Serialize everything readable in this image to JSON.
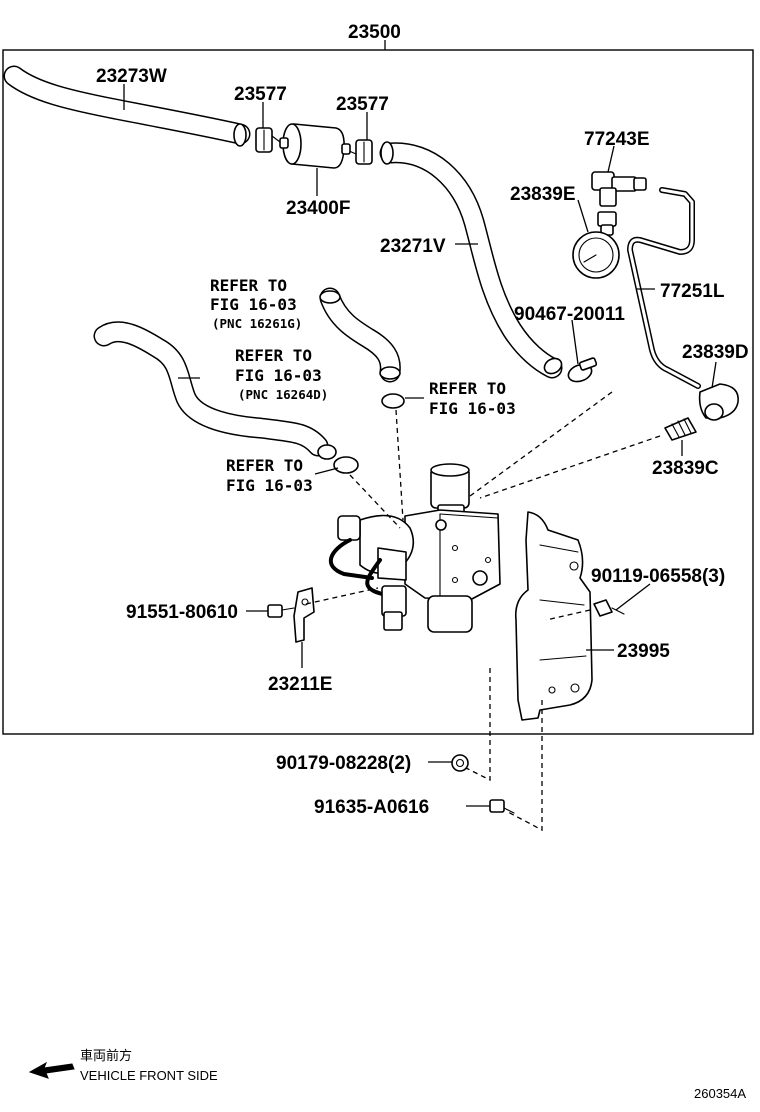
{
  "assembly": {
    "number": "23500"
  },
  "parts": [
    {
      "id": "hose-23273w",
      "label": "23273W"
    },
    {
      "id": "clamp-23577-left",
      "label": "23577"
    },
    {
      "id": "clamp-23577-right",
      "label": "23577"
    },
    {
      "id": "filter-23400f",
      "label": "23400F"
    },
    {
      "id": "hose-23271v",
      "label": "23271V"
    },
    {
      "id": "fitting-77243e",
      "label": "77243E"
    },
    {
      "id": "gauge-23839e",
      "label": "23839E"
    },
    {
      "id": "pipe-77251l",
      "label": "77251L"
    },
    {
      "id": "clamp-90467",
      "label": "90467-20011"
    },
    {
      "id": "connector-23839d",
      "label": "23839D"
    },
    {
      "id": "connector-23839c",
      "label": "23839C"
    },
    {
      "id": "bolt-90119",
      "label": "90119-06558(3)"
    },
    {
      "id": "bolt-91551",
      "label": "91551-80610"
    },
    {
      "id": "bracket-23995",
      "label": "23995"
    },
    {
      "id": "bracket-23211e",
      "label": "23211E"
    },
    {
      "id": "nut-90179",
      "label": "90179-08228(2)"
    },
    {
      "id": "bolt-91635",
      "label": "91635-A0616"
    }
  ],
  "references": [
    {
      "id": "ref-a",
      "line1": "REFER TO",
      "line2": "FIG 16-03",
      "line3": "(PNC 16261G)"
    },
    {
      "id": "ref-b",
      "line1": "REFER TO",
      "line2": "FIG 16-03",
      "line3": "(PNC 16264D)"
    },
    {
      "id": "ref-c",
      "line1": "REFER TO",
      "line2": "FIG 16-03"
    },
    {
      "id": "ref-d",
      "line1": "REFER TO",
      "line2": "FIG 16-03"
    }
  ],
  "footer": {
    "direction_jp": "車両前方",
    "direction_en": "VEHICLE FRONT SIDE",
    "figure_code": "260354A"
  }
}
